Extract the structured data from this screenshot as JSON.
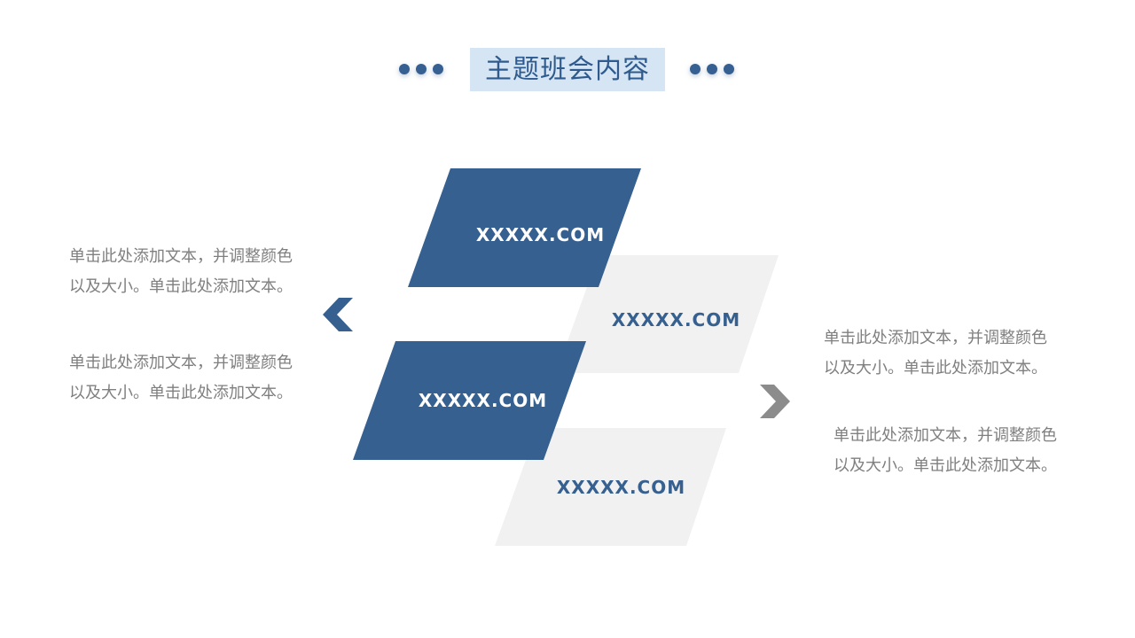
{
  "title": "主题班会内容",
  "colors": {
    "accent": "#36608f",
    "title_bg": "#d6e5f3",
    "card_gray": "#f1f1f1",
    "text_gray": "#7f7f7f",
    "arrow_right": "#8c8c8c"
  },
  "cards": [
    {
      "label": "XXXXX.COM",
      "style": "blue"
    },
    {
      "label": "XXXXX.COM",
      "style": "gray"
    },
    {
      "label": "XXXXX.COM",
      "style": "blue"
    },
    {
      "label": "XXXXX.COM",
      "style": "gray"
    }
  ],
  "arrows": {
    "left": {
      "icon": "chevron-left-icon",
      "color": "#36608f"
    },
    "right": {
      "icon": "chevron-right-icon",
      "color": "#8c8c8c"
    }
  },
  "text_blocks": {
    "left_1": {
      "line1": "单击此处添加文本，并调整颜色",
      "line2": "以及大小。单击此处添加文本。"
    },
    "left_2": {
      "line1": "单击此处添加文本，并调整颜色",
      "line2": "以及大小。单击此处添加文本。"
    },
    "right_1": {
      "line1": "单击此处添加文本，并调整颜色",
      "line2": "以及大小。单击此处添加文本。"
    },
    "right_2": {
      "line1": "单击此处添加文本，并调整颜色",
      "line2": "以及大小。单击此处添加文本。"
    }
  }
}
